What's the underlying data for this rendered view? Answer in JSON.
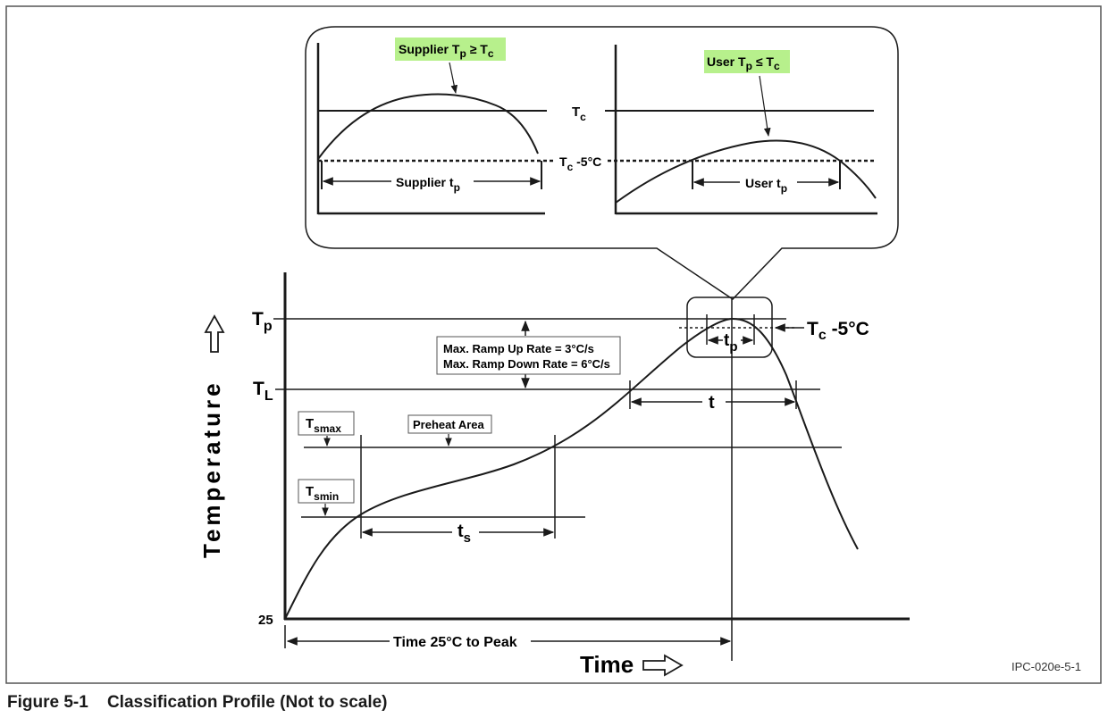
{
  "inset": {
    "supplier": {
      "label": "Supplier",
      "tp_symbol": "T",
      "tp_sub": "p",
      "relation": "≥",
      "tc_symbol": "T",
      "tc_sub": "c",
      "window_label": "Supplier t",
      "window_sub": "p"
    },
    "user": {
      "label": "User",
      "tp_symbol": "T",
      "tp_sub": "p",
      "relation": "≤",
      "tc_symbol": "T",
      "tc_sub": "c",
      "window_label": "User t",
      "window_sub": "p"
    },
    "tc_line_label": "T",
    "tc_line_sub": "c",
    "tc5_line_label": "T",
    "tc5_line_sub": "c",
    "tc5_line_suffix": " -5°C"
  },
  "main": {
    "y_axis_label": "Temperature",
    "x_axis_label": "Time",
    "tp_label": "T",
    "tp_sub": "p",
    "tl_label": "T",
    "tl_sub": "L",
    "tc5_label": "T",
    "tc5_sub": "c",
    "tc5_suffix": " -5°C",
    "origin_label": "25",
    "ramp_up": "Max. Ramp Up Rate = 3°C/s",
    "ramp_down": "Max. Ramp Down Rate = 6°C/s",
    "tsmax_label": "T",
    "tsmax_sub": "smax",
    "tsmin_label": "T",
    "tsmin_sub": "smin",
    "preheat_label": "Preheat Area",
    "ts_label": "t",
    "ts_sub": "s",
    "t_label": "t",
    "tp_window_label": "t",
    "tp_window_sub": "p",
    "time_to_peak": "Time 25°C to Peak",
    "figure_id": "IPC-020e-5-1"
  },
  "caption": {
    "number": "Figure 5-1",
    "title": "Classification Profile (Not to scale)"
  },
  "colors": {
    "line": "#1a1a1a",
    "highlight": "#b7f08c",
    "frame": "#555555"
  }
}
